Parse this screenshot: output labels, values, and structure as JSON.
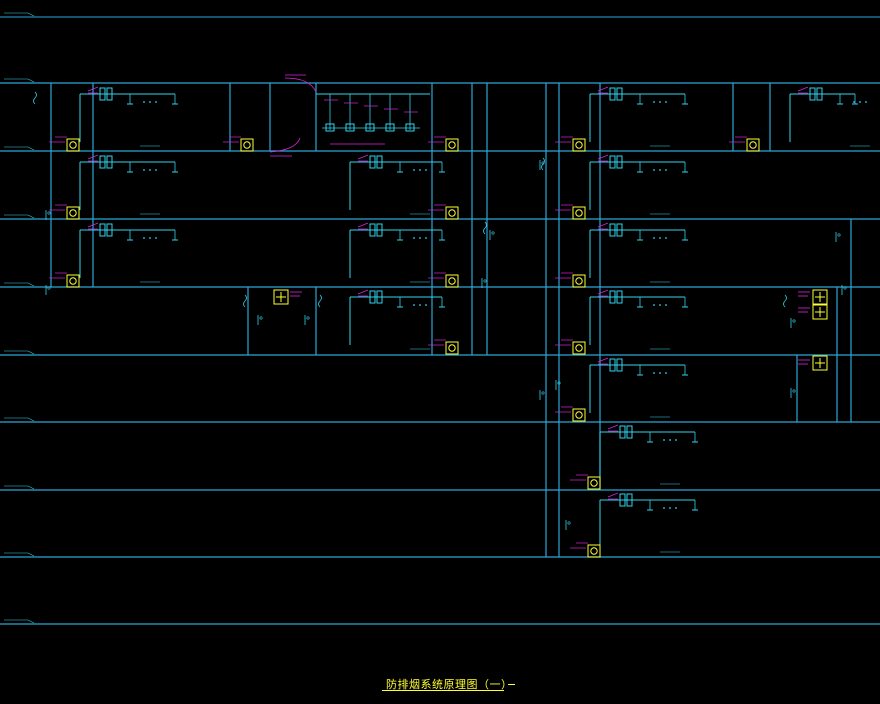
{
  "drawing": {
    "title": "防排烟系统原理图（一）",
    "colors": {
      "background": "#000000",
      "duct": "#2aa7d6",
      "fitting": "#2fd4ee",
      "annotation": "#e022e0",
      "device": "#ffff33"
    },
    "symbols": [
      "fire-damper-icon",
      "exhaust-fan-icon",
      "air-outlet-icon",
      "smoke-shaft-icon"
    ],
    "floor_count": 9,
    "left_system_levels": 4,
    "right_system_levels": 7
  }
}
